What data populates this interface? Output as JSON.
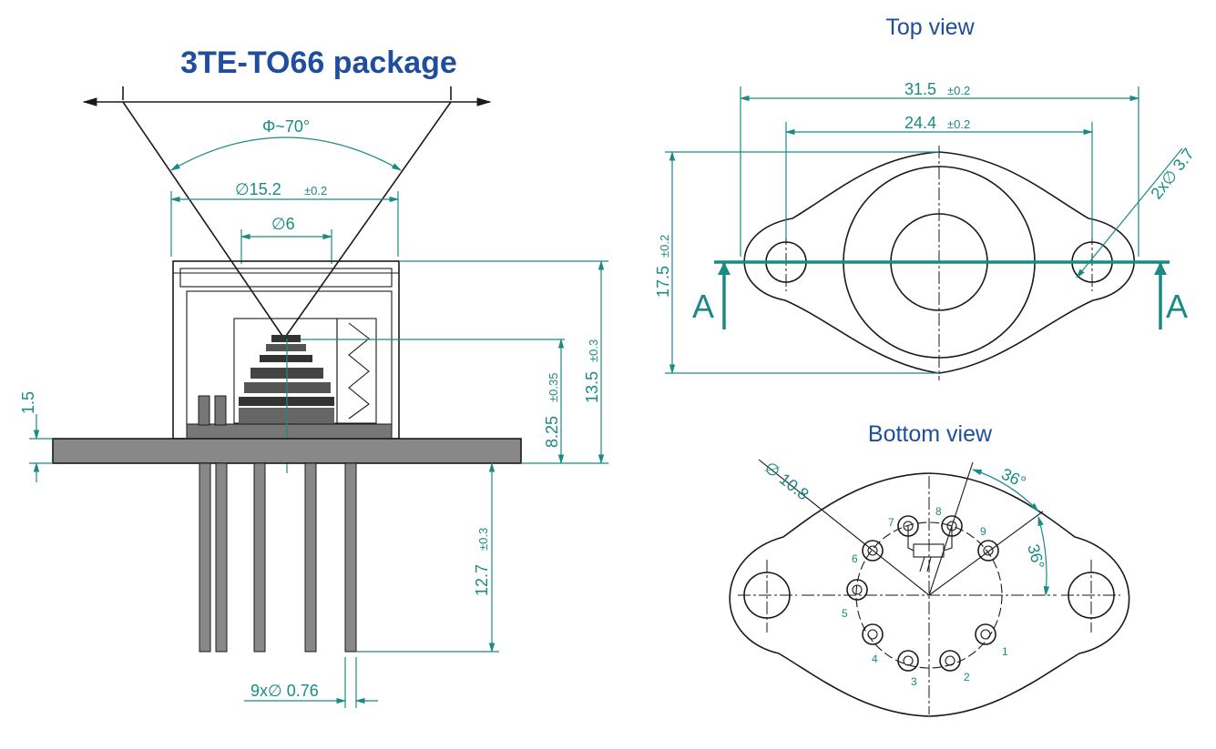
{
  "title": "3TE-TO66 package",
  "views": {
    "top": "Top view",
    "bottom": "Bottom view"
  },
  "side_dims": {
    "view_angle": "Φ~70°",
    "cap_dia": "∅15.2",
    "cap_dia_tol": "±0.2",
    "window_dia": "∅6",
    "flange": "1.5",
    "height_sensor": "8.25",
    "height_sensor_tol": "±0.35",
    "height_total": "13.5",
    "height_total_tol": "±0.3",
    "pin_length": "12.7",
    "pin_length_tol": "±0.3",
    "pin_dia": "9x∅ 0.76"
  },
  "top_dims": {
    "overall": "31.5",
    "overall_tol": "±0.2",
    "holes": "24.4",
    "holes_tol": "±0.2",
    "height": "17.5",
    "height_tol": "±0.2",
    "hole_dia": "2x∅ 3.7",
    "section": "A"
  },
  "bottom_dims": {
    "pcd": "∅ 10.8",
    "angle1": "36°",
    "angle2": "36°",
    "pins": [
      "1",
      "2",
      "3",
      "4",
      "5",
      "6",
      "7",
      "8",
      "9"
    ]
  }
}
